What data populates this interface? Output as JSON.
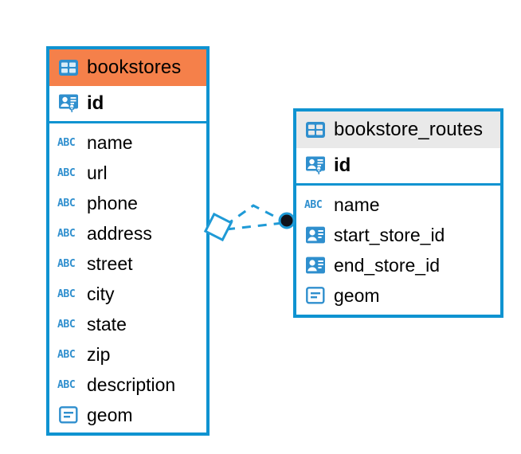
{
  "diagram": {
    "title": "Database entity relationship diagram",
    "background_color": "#ffffff",
    "accent_color": "#0f93d1",
    "highlight_color": "#f5804a",
    "neutral_header_color": "#e9e9e9"
  },
  "entities": [
    {
      "name": "bookstores",
      "header_icon": "table-icon",
      "header_style": "accent",
      "primary_key": {
        "label": "id",
        "icon": "primary-key-icon"
      },
      "fields": [
        {
          "label": "name",
          "icon": "abc-text-icon",
          "type_glyph": "ABC"
        },
        {
          "label": "url",
          "icon": "abc-text-icon",
          "type_glyph": "ABC"
        },
        {
          "label": "phone",
          "icon": "abc-text-icon",
          "type_glyph": "ABC"
        },
        {
          "label": "address",
          "icon": "abc-text-icon",
          "type_glyph": "ABC"
        },
        {
          "label": "street",
          "icon": "abc-text-icon",
          "type_glyph": "ABC"
        },
        {
          "label": "city",
          "icon": "abc-text-icon",
          "type_glyph": "ABC"
        },
        {
          "label": "state",
          "icon": "abc-text-icon",
          "type_glyph": "ABC"
        },
        {
          "label": "zip",
          "icon": "abc-text-icon",
          "type_glyph": "ABC"
        },
        {
          "label": "description",
          "icon": "abc-text-icon",
          "type_glyph": "ABC"
        },
        {
          "label": "geom",
          "icon": "geometry-icon",
          "type_glyph": ""
        }
      ]
    },
    {
      "name": "bookstore_routes",
      "header_icon": "table-icon",
      "header_style": "neutral",
      "primary_key": {
        "label": "id",
        "icon": "primary-key-icon"
      },
      "fields": [
        {
          "label": "name",
          "icon": "abc-text-icon",
          "type_glyph": "ABC"
        },
        {
          "label": "start_store_id",
          "icon": "foreign-key-icon",
          "type_glyph": ""
        },
        {
          "label": "end_store_id",
          "icon": "foreign-key-icon",
          "type_glyph": ""
        },
        {
          "label": "geom",
          "icon": "geometry-icon",
          "type_glyph": ""
        }
      ]
    }
  ],
  "relationships": [
    {
      "name": "start-store-relationship",
      "from_endpoint": "diamond-open",
      "to_endpoint": "filled-circle",
      "line_style": "dashed"
    },
    {
      "name": "end-store-relationship",
      "from_endpoint": "diamond-open",
      "to_endpoint": "filled-circle",
      "line_style": "dashed"
    }
  ]
}
